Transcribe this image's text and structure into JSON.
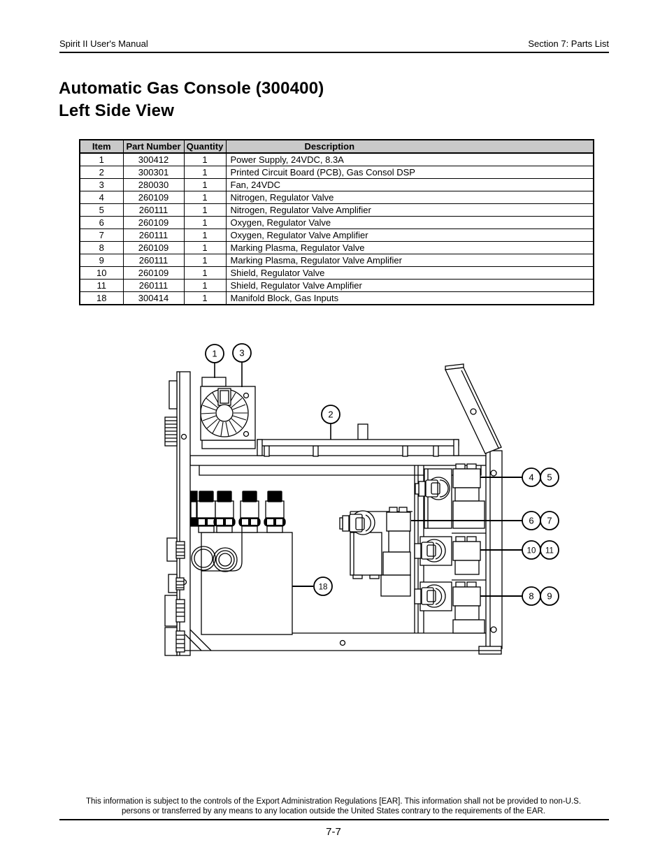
{
  "header": {
    "left": "Spirit II User's Manual",
    "right": "Section 7: Parts List"
  },
  "title": {
    "line1": "Automatic Gas Console (300400)",
    "line2": "Left Side View"
  },
  "parts_table": {
    "header_bg": "#c9c9c9",
    "columns": [
      "Item",
      "Part Number",
      "Quantity",
      "Description"
    ],
    "rows": [
      [
        "1",
        "300412",
        "1",
        "Power Supply, 24VDC, 8.3A"
      ],
      [
        "2",
        "300301",
        "1",
        "Printed Circuit Board (PCB), Gas Consol DSP"
      ],
      [
        "3",
        "280030",
        "1",
        "Fan, 24VDC"
      ],
      [
        "4",
        "260109",
        "1",
        "Nitrogen, Regulator Valve"
      ],
      [
        "5",
        "260111",
        "1",
        "Nitrogen, Regulator Valve Amplifier"
      ],
      [
        "6",
        "260109",
        "1",
        "Oxygen, Regulator Valve"
      ],
      [
        "7",
        "260111",
        "1",
        "Oxygen, Regulator Valve Amplifier"
      ],
      [
        "8",
        "260109",
        "1",
        "Marking Plasma, Regulator Valve"
      ],
      [
        "9",
        "260111",
        "1",
        "Marking Plasma, Regulator Valve Amplifier"
      ],
      [
        "10",
        "260109",
        "1",
        "Shield, Regulator Valve"
      ],
      [
        "11",
        "260111",
        "1",
        "Shield, Regulator Valve Amplifier"
      ],
      [
        "18",
        "300414",
        "1",
        "Manifold Block, Gas Inputs"
      ]
    ]
  },
  "diagram": {
    "callouts": [
      "1",
      "3",
      "2",
      "4",
      "5",
      "6",
      "7",
      "10",
      "11",
      "8",
      "9",
      "18"
    ]
  },
  "footer": {
    "notice": "This information is subject to the controls of the Export Administration Regulations [EAR].  This information shall not be provided to non-U.S. persons or transferred by any means to any location outside the United States contrary to the requirements of the EAR.",
    "page_number": "7-7"
  }
}
